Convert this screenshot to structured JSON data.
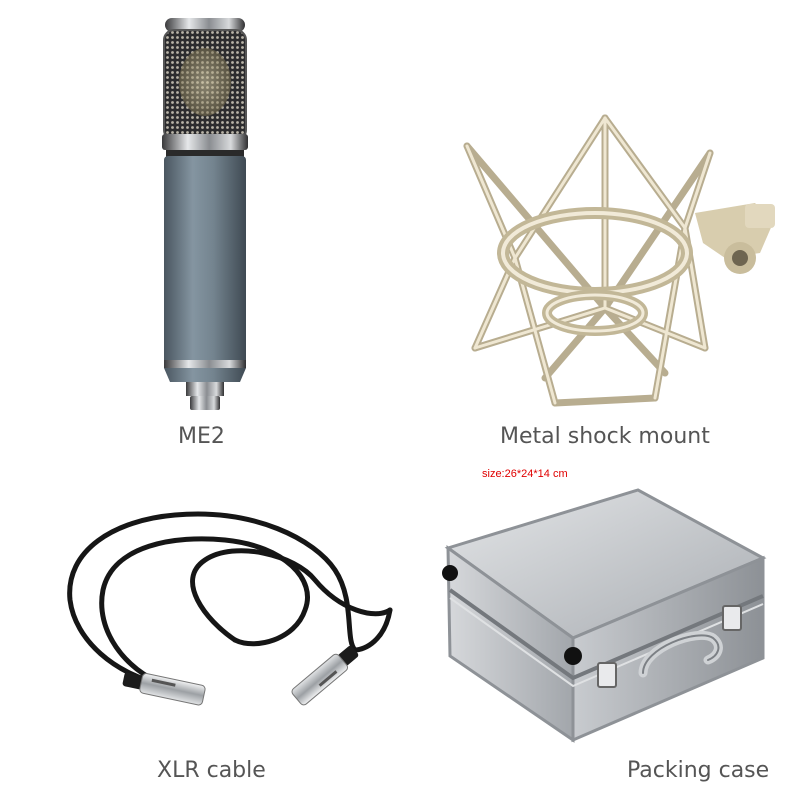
{
  "items": [
    {
      "label": "ME2"
    },
    {
      "label": "Metal shock mount"
    },
    {
      "label": "XLR cable"
    },
    {
      "label": "Packing case"
    }
  ],
  "case_size_note": "size:26*24*14 cm",
  "colors": {
    "caption": "#555555",
    "size_note": "#e00000",
    "mic_body": "#6f7f8b",
    "chrome": "#9ea3a8",
    "mount": "#e6dcc3",
    "cable": "#1a1a1a",
    "case": "#c7cacd"
  }
}
